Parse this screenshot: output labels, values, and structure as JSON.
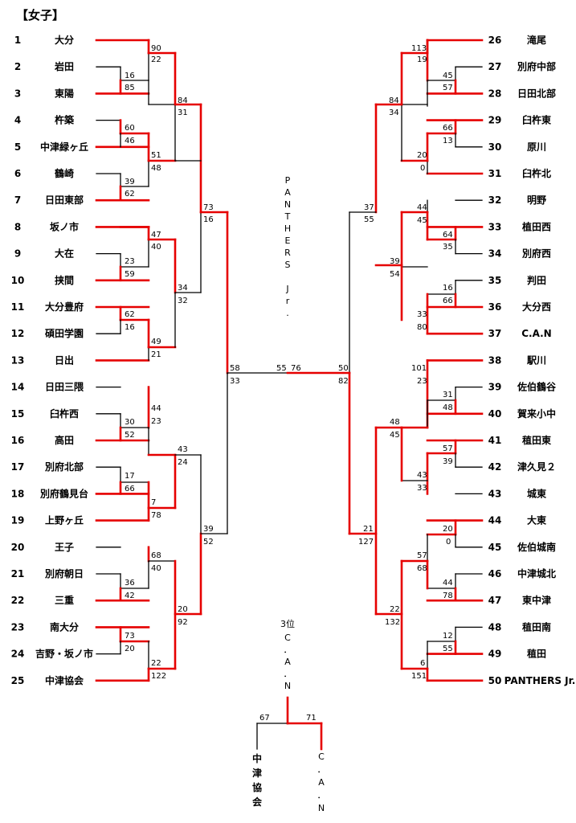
{
  "title": "【女子】",
  "left_teams": [
    {
      "seed": "1",
      "name": "大分"
    },
    {
      "seed": "2",
      "name": "岩田"
    },
    {
      "seed": "3",
      "name": "東陽"
    },
    {
      "seed": "4",
      "name": "杵築"
    },
    {
      "seed": "5",
      "name": "中津緑ヶ丘"
    },
    {
      "seed": "6",
      "name": "鶴崎"
    },
    {
      "seed": "7",
      "name": "日田東部"
    },
    {
      "seed": "8",
      "name": "坂ノ市"
    },
    {
      "seed": "9",
      "name": "大在"
    },
    {
      "seed": "10",
      "name": "挟間"
    },
    {
      "seed": "11",
      "name": "大分豊府"
    },
    {
      "seed": "12",
      "name": "碩田学園"
    },
    {
      "seed": "13",
      "name": "日出"
    },
    {
      "seed": "14",
      "name": "日田三隈"
    },
    {
      "seed": "15",
      "name": "臼杵西"
    },
    {
      "seed": "16",
      "name": "高田"
    },
    {
      "seed": "17",
      "name": "別府北部"
    },
    {
      "seed": "18",
      "name": "別府鶴見台"
    },
    {
      "seed": "19",
      "name": "上野ヶ丘"
    },
    {
      "seed": "20",
      "name": "王子"
    },
    {
      "seed": "21",
      "name": "別府朝日"
    },
    {
      "seed": "22",
      "name": "三重"
    },
    {
      "seed": "23",
      "name": "南大分"
    },
    {
      "seed": "24",
      "name": "吉野・坂ノ市"
    },
    {
      "seed": "25",
      "name": "中津協会"
    }
  ],
  "right_teams": [
    {
      "seed": "26",
      "name": "滝尾"
    },
    {
      "seed": "27",
      "name": "別府中部"
    },
    {
      "seed": "28",
      "name": "日田北部"
    },
    {
      "seed": "29",
      "name": "臼杵東"
    },
    {
      "seed": "30",
      "name": "原川"
    },
    {
      "seed": "31",
      "name": "臼杵北"
    },
    {
      "seed": "32",
      "name": "明野"
    },
    {
      "seed": "33",
      "name": "植田西"
    },
    {
      "seed": "34",
      "name": "別府西"
    },
    {
      "seed": "35",
      "name": "判田"
    },
    {
      "seed": "36",
      "name": "大分西"
    },
    {
      "seed": "37",
      "name": "C.A.N"
    },
    {
      "seed": "38",
      "name": "駅川"
    },
    {
      "seed": "39",
      "name": "佐伯鶴谷"
    },
    {
      "seed": "40",
      "name": "賀来小中"
    },
    {
      "seed": "41",
      "name": "稙田東"
    },
    {
      "seed": "42",
      "name": "津久見２"
    },
    {
      "seed": "43",
      "name": "城東"
    },
    {
      "seed": "44",
      "name": "大東"
    },
    {
      "seed": "45",
      "name": "佐伯城南"
    },
    {
      "seed": "46",
      "name": "中津城北"
    },
    {
      "seed": "47",
      "name": "東中津"
    },
    {
      "seed": "48",
      "name": "稙田南"
    },
    {
      "seed": "49",
      "name": "稙田"
    },
    {
      "seed": "50",
      "name": "PANTHERS Jr."
    }
  ],
  "champion": {
    "letters": [
      "P",
      "A",
      "N",
      "T",
      "H",
      "E",
      "R",
      "S",
      "",
      "J",
      "r",
      "."
    ]
  },
  "third_place": {
    "label": "3位",
    "letters": [
      "C",
      "．",
      "A",
      "．",
      "N"
    ],
    "left_name_chars": [
      "中",
      "津",
      "協",
      "会"
    ],
    "right_name_chars": [
      "C",
      "．",
      "A",
      "．",
      "N"
    ],
    "scores": {
      "left": "67",
      "right": "71"
    }
  },
  "scores": {
    "l_1_a": "90",
    "l_1_b": "22",
    "l_2_3_a": "16",
    "l_2_3_b": "85",
    "l_r2a_a": "84",
    "l_r2a_b": "31",
    "l_4_5_a": "60",
    "l_4_5_b": "46",
    "l_6_7_a": "39",
    "l_6_7_b": "62",
    "l_r2b_a": "51",
    "l_r2b_b": "48",
    "l_qf1_a": "73",
    "l_qf1_b": "16",
    "l_8_r_a": "47",
    "l_8_r_b": "40",
    "l_9_10_a": "23",
    "l_9_10_b": "59",
    "l_11_12_a": "62",
    "l_11_12_b": "16",
    "l_r2d_a": "34",
    "l_r2d_b": "32",
    "l_13_a": "49",
    "l_13_b": "21",
    "l_sf_a": "58",
    "l_sf_b": "33",
    "l_14_r_a": "44",
    "l_14_r_b": "23",
    "l_15_16_a": "30",
    "l_15_16_b": "52",
    "l_r2e_a": "43",
    "l_r2e_b": "24",
    "l_17_18_a": "17",
    "l_17_18_b": "66",
    "l_19_a": "7",
    "l_19_b": "78",
    "l_qf2_a": "39",
    "l_qf2_b": "52",
    "l_20_r_a": "68",
    "l_20_r_b": "40",
    "l_21_22_a": "36",
    "l_21_22_b": "42",
    "l_r2f_a": "20",
    "l_r2f_b": "92",
    "l_23_24_a": "73",
    "l_23_24_b": "20",
    "l_25_a": "22",
    "l_25_b": "122",
    "final_l": "55",
    "final_r": "76",
    "r_26_a": "113",
    "r_26_b": "19",
    "r_27_28_a": "45",
    "r_27_28_b": "57",
    "r_r2a_a": "84",
    "r_r2a_b": "34",
    "r_29_30_a": "66",
    "r_29_30_b": "13",
    "r_31_a": "20",
    "r_31_b": "0",
    "r_qf1_a": "37",
    "r_qf1_b": "55",
    "r_32_33_a": "44",
    "r_32_33_b": "45",
    "r_33_34_a": "64",
    "r_33_34_b": "35",
    "r_r2c_a": "39",
    "r_r2c_b": "54",
    "r_35_36_a": "16",
    "r_35_36_b": "66",
    "r_37_a": "33",
    "r_37_b": "80",
    "r_sf_a": "50",
    "r_sf_b": "82",
    "r_38_a": "101",
    "r_38_b": "23",
    "r_39_40_a": "31",
    "r_39_40_b": "48",
    "r_r2d_a": "48",
    "r_r2d_b": "45",
    "r_41_42_a": "57",
    "r_41_42_b": "39",
    "r_43_a": "43",
    "r_43_b": "33",
    "r_qf2_a": "21",
    "r_qf2_b": "127",
    "r_44_45_a": "20",
    "r_44_45_b": "0",
    "r_r2e_a": "57",
    "r_r2e_b": "68",
    "r_46_47_a": "44",
    "r_46_47_b": "78",
    "r_48_49_a": "12",
    "r_48_49_b": "55",
    "r_r2f_a": "22",
    "r_r2f_b": "132",
    "r_50_a": "6",
    "r_50_b": "151"
  },
  "colors": {
    "win": "#e60000",
    "lose": "#000000"
  }
}
